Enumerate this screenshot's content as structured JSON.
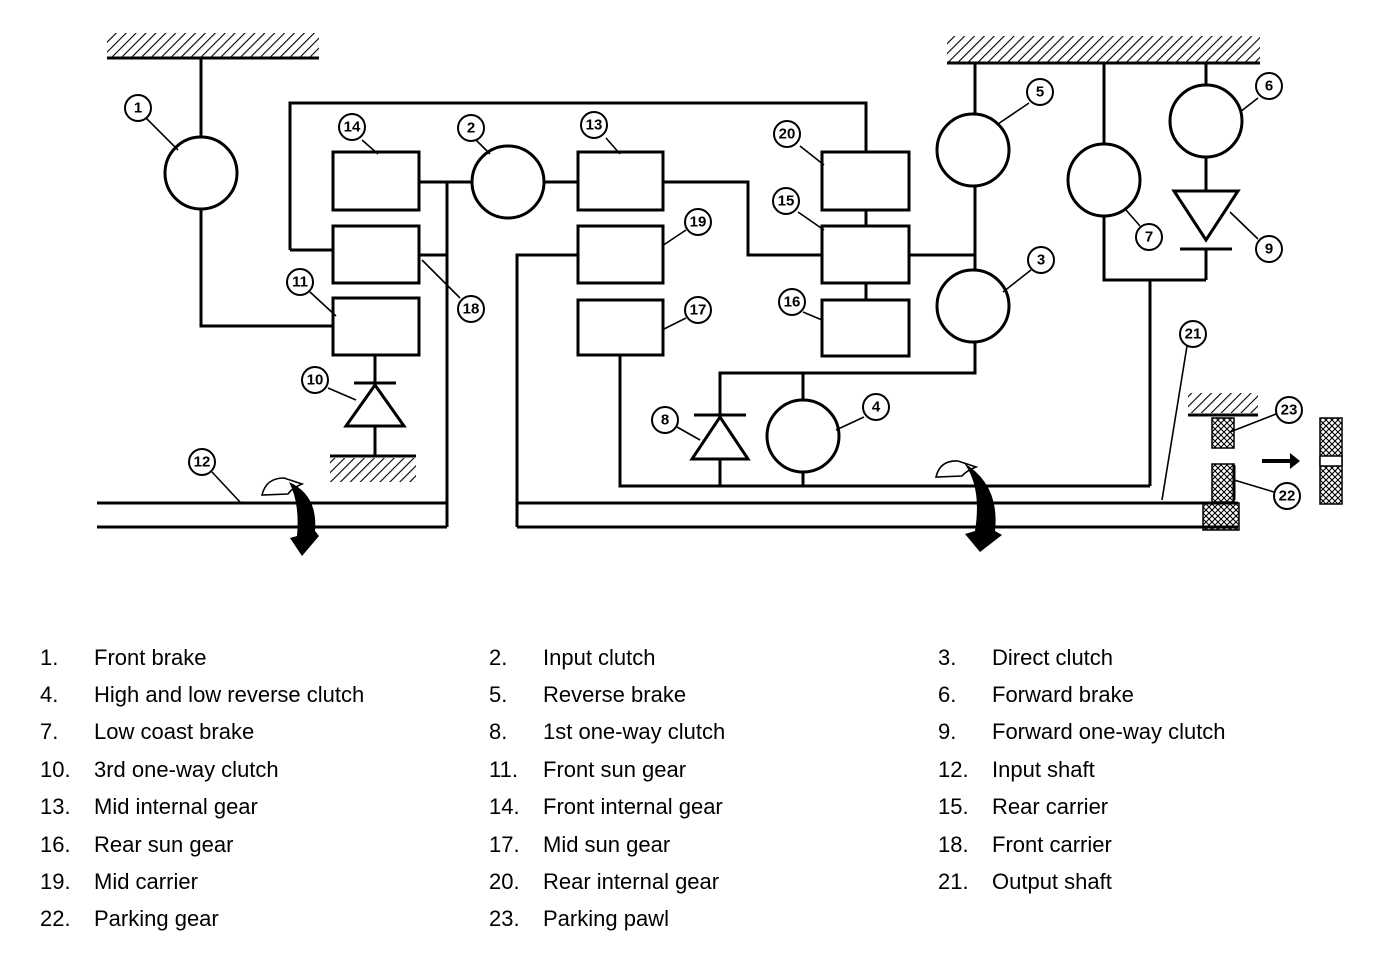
{
  "legend": [
    {
      "num": "1.",
      "label": "Front brake"
    },
    {
      "num": "2.",
      "label": "Input clutch"
    },
    {
      "num": "3.",
      "label": "Direct clutch"
    },
    {
      "num": "4.",
      "label": "High and low reverse clutch"
    },
    {
      "num": "5.",
      "label": "Reverse brake"
    },
    {
      "num": "6.",
      "label": "Forward brake"
    },
    {
      "num": "7.",
      "label": "Low coast brake"
    },
    {
      "num": "8.",
      "label": "1st one-way clutch"
    },
    {
      "num": "9.",
      "label": "Forward one-way clutch"
    },
    {
      "num": "10.",
      "label": "3rd one-way clutch"
    },
    {
      "num": "11.",
      "label": "Front sun gear"
    },
    {
      "num": "12.",
      "label": "Input shaft"
    },
    {
      "num": "13.",
      "label": "Mid internal gear"
    },
    {
      "num": "14.",
      "label": "Front internal gear"
    },
    {
      "num": "15.",
      "label": "Rear carrier"
    },
    {
      "num": "16.",
      "label": "Rear sun gear"
    },
    {
      "num": "17.",
      "label": "Mid sun gear"
    },
    {
      "num": "18.",
      "label": "Front carrier"
    },
    {
      "num": "19.",
      "label": "Mid carrier"
    },
    {
      "num": "20.",
      "label": "Rear internal gear"
    },
    {
      "num": "21.",
      "label": "Output shaft"
    },
    {
      "num": "22.",
      "label": "Parking gear"
    },
    {
      "num": "23.",
      "label": "Parking pawl"
    }
  ],
  "callouts": {
    "c1": "1",
    "c2": "2",
    "c3": "3",
    "c4": "4",
    "c5": "5",
    "c6": "6",
    "c7": "7",
    "c8": "8",
    "c9": "9",
    "c10": "10",
    "c11": "11",
    "c12": "12",
    "c13": "13",
    "c14": "14",
    "c15": "15",
    "c16": "16",
    "c17": "17",
    "c18": "18",
    "c19": "19",
    "c20": "20",
    "c21": "21",
    "c22": "22",
    "c23": "23"
  }
}
